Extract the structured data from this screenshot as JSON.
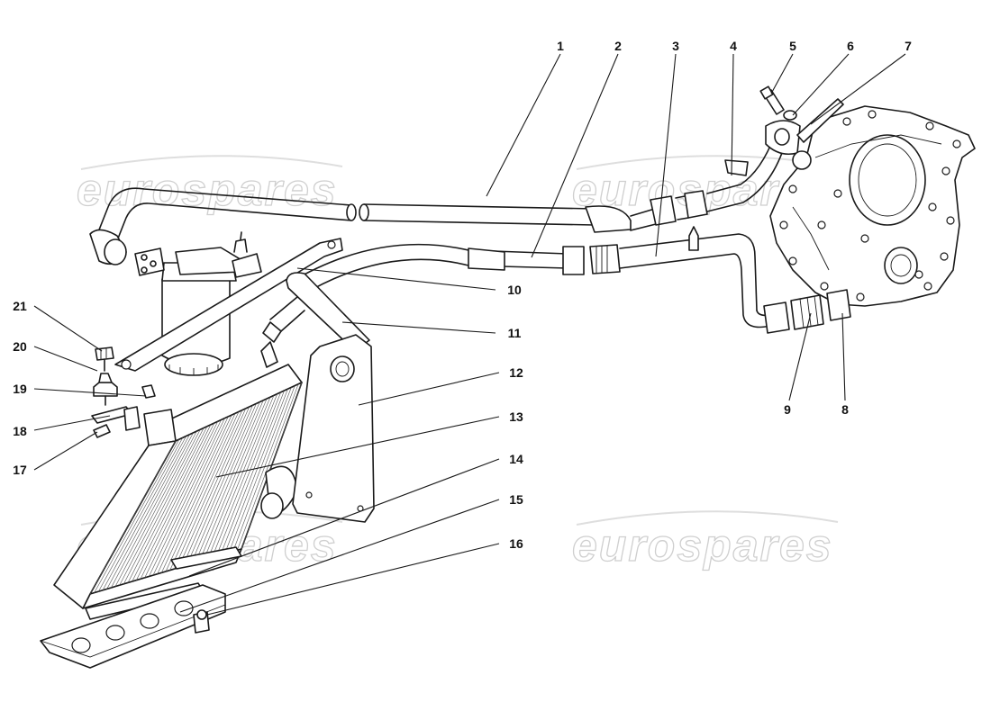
{
  "watermark": {
    "text": "eurospares"
  },
  "callouts": [
    "1",
    "2",
    "3",
    "4",
    "5",
    "6",
    "7",
    "8",
    "9",
    "10",
    "11",
    "12",
    "13",
    "14",
    "15",
    "16",
    "17",
    "18",
    "19",
    "20",
    "21"
  ]
}
